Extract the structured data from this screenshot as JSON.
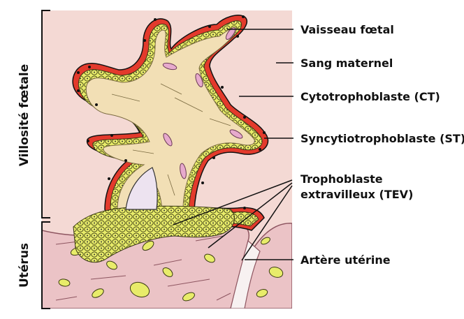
{
  "labels": {
    "vaisseau": "Vaisseau fœtal",
    "sang": "Sang maternel",
    "ct": "Cytotrophoblaste (CT)",
    "st": "Syncytiotrophoblaste (ST)",
    "tev_line1": "Trophoblaste",
    "tev_line2": "extravilleux (TEV)",
    "artere": "Artère utérine"
  },
  "side_labels": {
    "villosite": "Villosité fœtale",
    "uterus": "Utérus"
  },
  "colors": {
    "maternal_blood": "#f4d9d4",
    "villous_core": "#f2dfb5",
    "syncytio": "#e33a2c",
    "cyto_yellow": "#e8ec6a",
    "uterine_tissue": "#ebc3c6",
    "vessel": "#e7aacd",
    "line": "#111111"
  }
}
